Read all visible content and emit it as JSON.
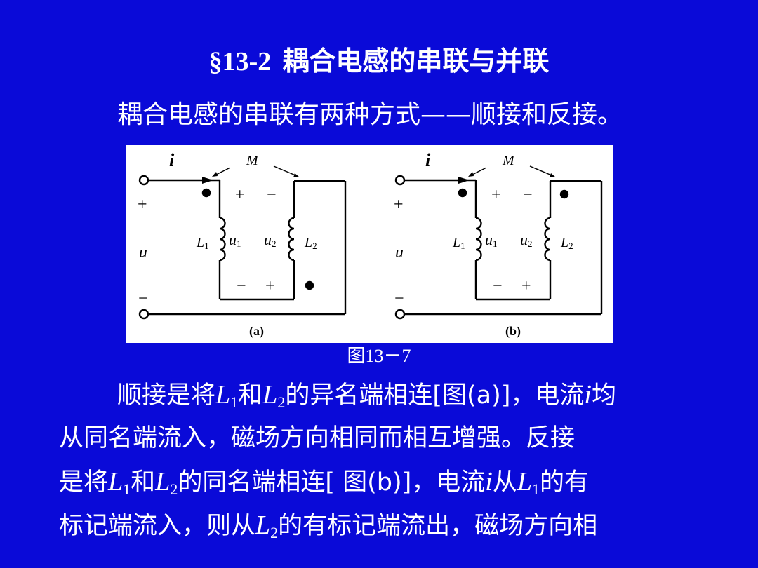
{
  "title": {
    "section": "§13-2",
    "text": "耦合电感的串联与并联"
  },
  "subtitle": "耦合电感的串联有两种方式——顺接和反接。",
  "figure": {
    "caption": "图13－7",
    "labels": {
      "i": "i",
      "M": "M",
      "plus": "+",
      "minus": "−",
      "u": "u",
      "L": "L",
      "one": "1",
      "two": "2",
      "a": "(a)",
      "b": "(b)"
    }
  },
  "paragraph": {
    "l1_a": "顺接是将",
    "l1_b": "和",
    "l1_c": "的异名端相连[图(a)]，电流",
    "l1_d": "均",
    "l2": "从同名端流入，磁场方向相同而相互增强。反接",
    "l3_a": "是将",
    "l3_b": "和",
    "l3_c": "的同名端相连[ 图(b)]，电流",
    "l3_d": "从",
    "l3_e": "的有",
    "l4_a": "标记端流入，则从",
    "l4_b": "的有标记端流出，磁场方向相",
    "L": "L",
    "one": "1",
    "two": "2",
    "i": "i"
  }
}
